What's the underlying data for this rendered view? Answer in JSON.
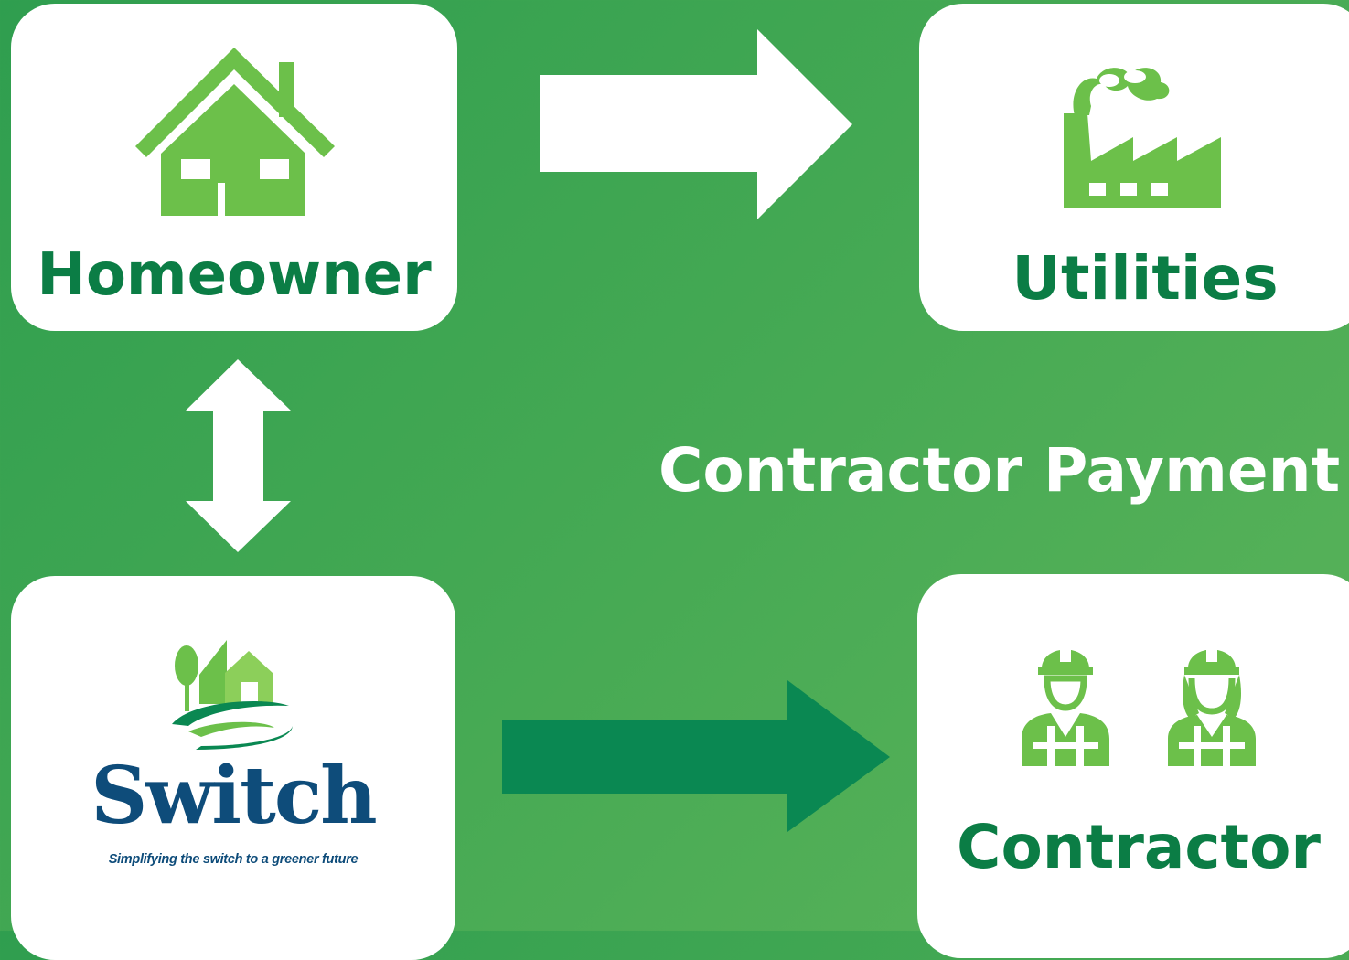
{
  "colors": {
    "background": "#43a853",
    "card": "#ffffff",
    "label_green": "#0b7d45",
    "icon_green": "#6cc04a",
    "arrow_white": "#ffffff",
    "arrow_dark": "#0a8852",
    "brand_blue": "#0e4c7a"
  },
  "nodes": {
    "homeowner": {
      "label": "Homeowner",
      "icon": "house-icon"
    },
    "utilities": {
      "label": "Utilities",
      "icon": "factory-icon"
    },
    "switch": {
      "icon": "switch-logo-icon",
      "brand_name": "Switch",
      "tagline": "Simplifying the switch to a greener future"
    },
    "contractor": {
      "label": "Contractor",
      "icon": "workers-icon"
    }
  },
  "edges": [
    {
      "from": "homeowner",
      "to": "utilities",
      "style": "white-arrow"
    },
    {
      "from": "homeowner",
      "to": "switch",
      "style": "white-double-arrow"
    },
    {
      "from": "switch",
      "to": "contractor",
      "style": "dark-green-arrow"
    }
  ],
  "labels": {
    "contractor_payment": "Contractor Payment"
  }
}
